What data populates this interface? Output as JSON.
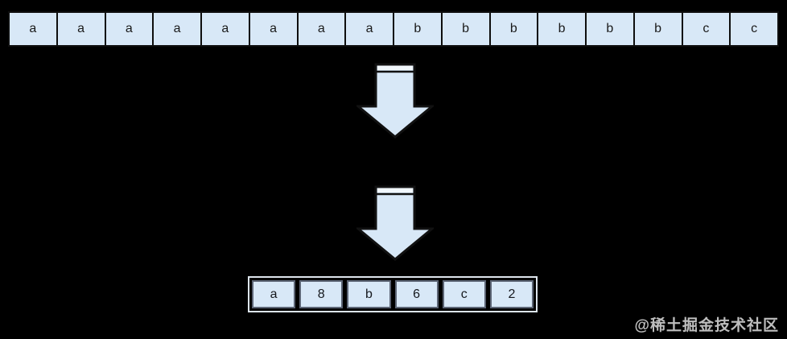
{
  "diagram": {
    "topic": "run-length-encoding",
    "source_sequence": {
      "cells": [
        "a",
        "a",
        "a",
        "a",
        "a",
        "a",
        "a",
        "a",
        "b",
        "b",
        "b",
        "b",
        "b",
        "b",
        "c",
        "c"
      ]
    },
    "arrows": {
      "direction": "down",
      "count": 2
    },
    "encoded_result": {
      "cells": [
        "a",
        "8",
        "b",
        "6",
        "c",
        "2"
      ]
    }
  },
  "watermark": {
    "text": "@稀土掘金技术社区"
  },
  "colors": {
    "background": "#000000",
    "cell_fill": "#d8e8f7",
    "sequence_cell_border": "#0e0e0e",
    "result_cell_border": "#5c6575",
    "result_container_border": "#dde5ed",
    "arrow_fill": "#d8e8f7",
    "arrow_stroke": "#111111",
    "arrow_band_fill": "#f2f8fd",
    "watermark_color": "#e8e8e8"
  }
}
